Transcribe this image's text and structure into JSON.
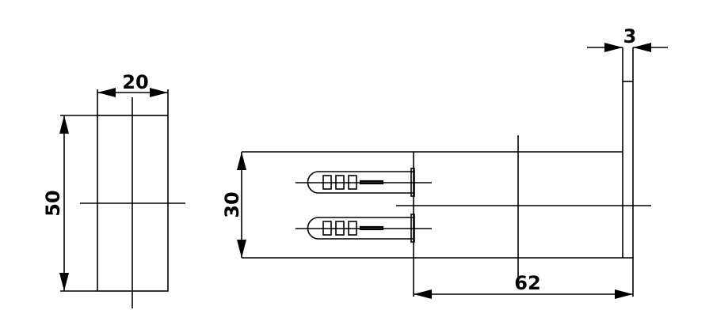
{
  "drawing": {
    "colors": {
      "line": "#000000",
      "background": "#ffffff"
    },
    "front_view": {
      "width_dimension": "20",
      "height_dimension": "50"
    },
    "side_view": {
      "height_dimension": "30",
      "length_dimension": "62",
      "plate_thickness_dimension": "3",
      "anchors": [
        {
          "label": "wall-plug-top"
        },
        {
          "label": "wall-plug-bottom"
        }
      ]
    }
  }
}
